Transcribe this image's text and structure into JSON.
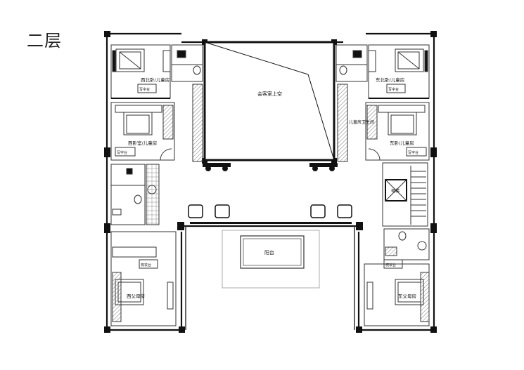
{
  "title": "二层",
  "rooms": {
    "north_west_child": "西北卧/儿童房",
    "north_east_child": "东北卧/儿童房",
    "west_child": "西卧室/儿童房",
    "east_child": "东卧/儿童房",
    "central_void": "会客室上空",
    "child_bath": "儿童房卫生间",
    "elevator": "电梯",
    "balcony": "阳台",
    "west_parents": "西父母房",
    "east_parents": "东父母房"
  },
  "desk_labels": [
    "写字台",
    "写字台",
    "写字台",
    "写字台",
    "梳妆台",
    "梳妆台"
  ],
  "colors": {
    "wall": "#111111",
    "line": "#333333",
    "thin": "#777777",
    "hatch": "#444444"
  }
}
